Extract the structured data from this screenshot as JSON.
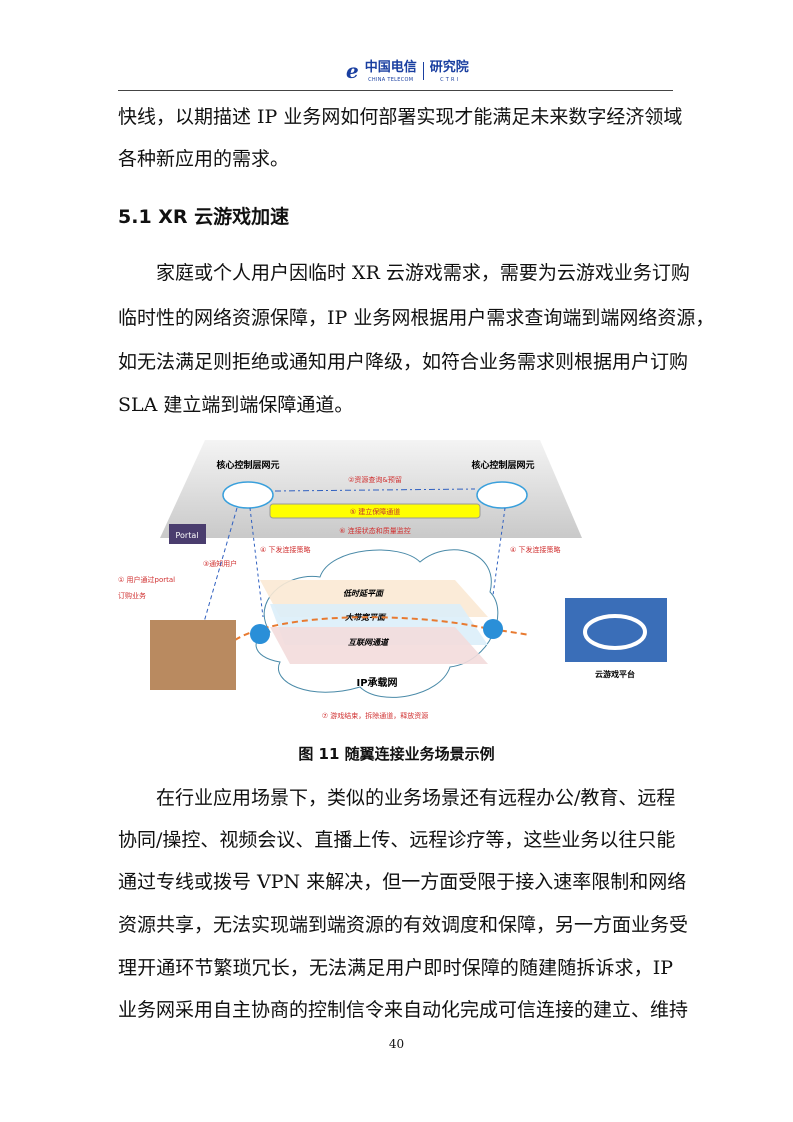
{
  "header": {
    "brand_cn": "中国电信",
    "brand_en": "CHINA TELECOM",
    "institute": "研究院",
    "institute_en": "C T R I"
  },
  "paragraphs": {
    "p1": [
      "快线，以期描述 IP 业务网如何部署实现才能满足未来数字经济领域",
      "各种新应用的需求。"
    ],
    "p2": [
      "家庭或个人用户因临时 XR 云游戏需求，需要为云游戏业务订购",
      "临时性的网络资源保障，IP 业务网根据用户需求查询端到端网络资源，",
      "如无法满足则拒绝或通知用户降级，如符合业务需求则根据用户订购",
      "SLA 建立端到端保障通道。"
    ],
    "p3": [
      "在行业应用场景下，类似的业务场景还有远程办公/教育、远程",
      "协同/操控、视频会议、直播上传、远程诊疗等，这些业务以往只能",
      "通过专线或拨号 VPN 来解决，但一方面受限于接入速率限制和网络",
      "资源共享，无法实现端到端资源的有效调度和保障，另一方面业务受",
      "理开通环节繁琐冗长，无法满足用户即时保障的随建随拆诉求，IP",
      "业务网采用自主协商的控制信令来自动化完成可信连接的建立、维持"
    ]
  },
  "section_heading": "5.1 XR 云游戏加速",
  "figure": {
    "core_left": "核心控制层网元",
    "core_right": "核心控制层网元",
    "step2": "②资源查询&预留",
    "step5": "⑤ 建立保障通道",
    "step6": "⑥ 连接状态和质量监控",
    "portal": "Portal",
    "step3": "③通知用户",
    "step1a": "① 用户通过portal",
    "step1b": "订购业务",
    "step4_left": "④ 下发连接策略",
    "step4_right": "④ 下发连接策略",
    "plane_low": "低时延平面",
    "plane_wide": "大带宽平面",
    "plane_inet": "互联网通道",
    "ip_net": "IP承载网",
    "cloud_platform": "云游戏平台",
    "step7": "⑦ 游戏结束，拆除通道，释放资源"
  },
  "caption": "图 11  随翼连接业务场景示例",
  "page_number": "40"
}
